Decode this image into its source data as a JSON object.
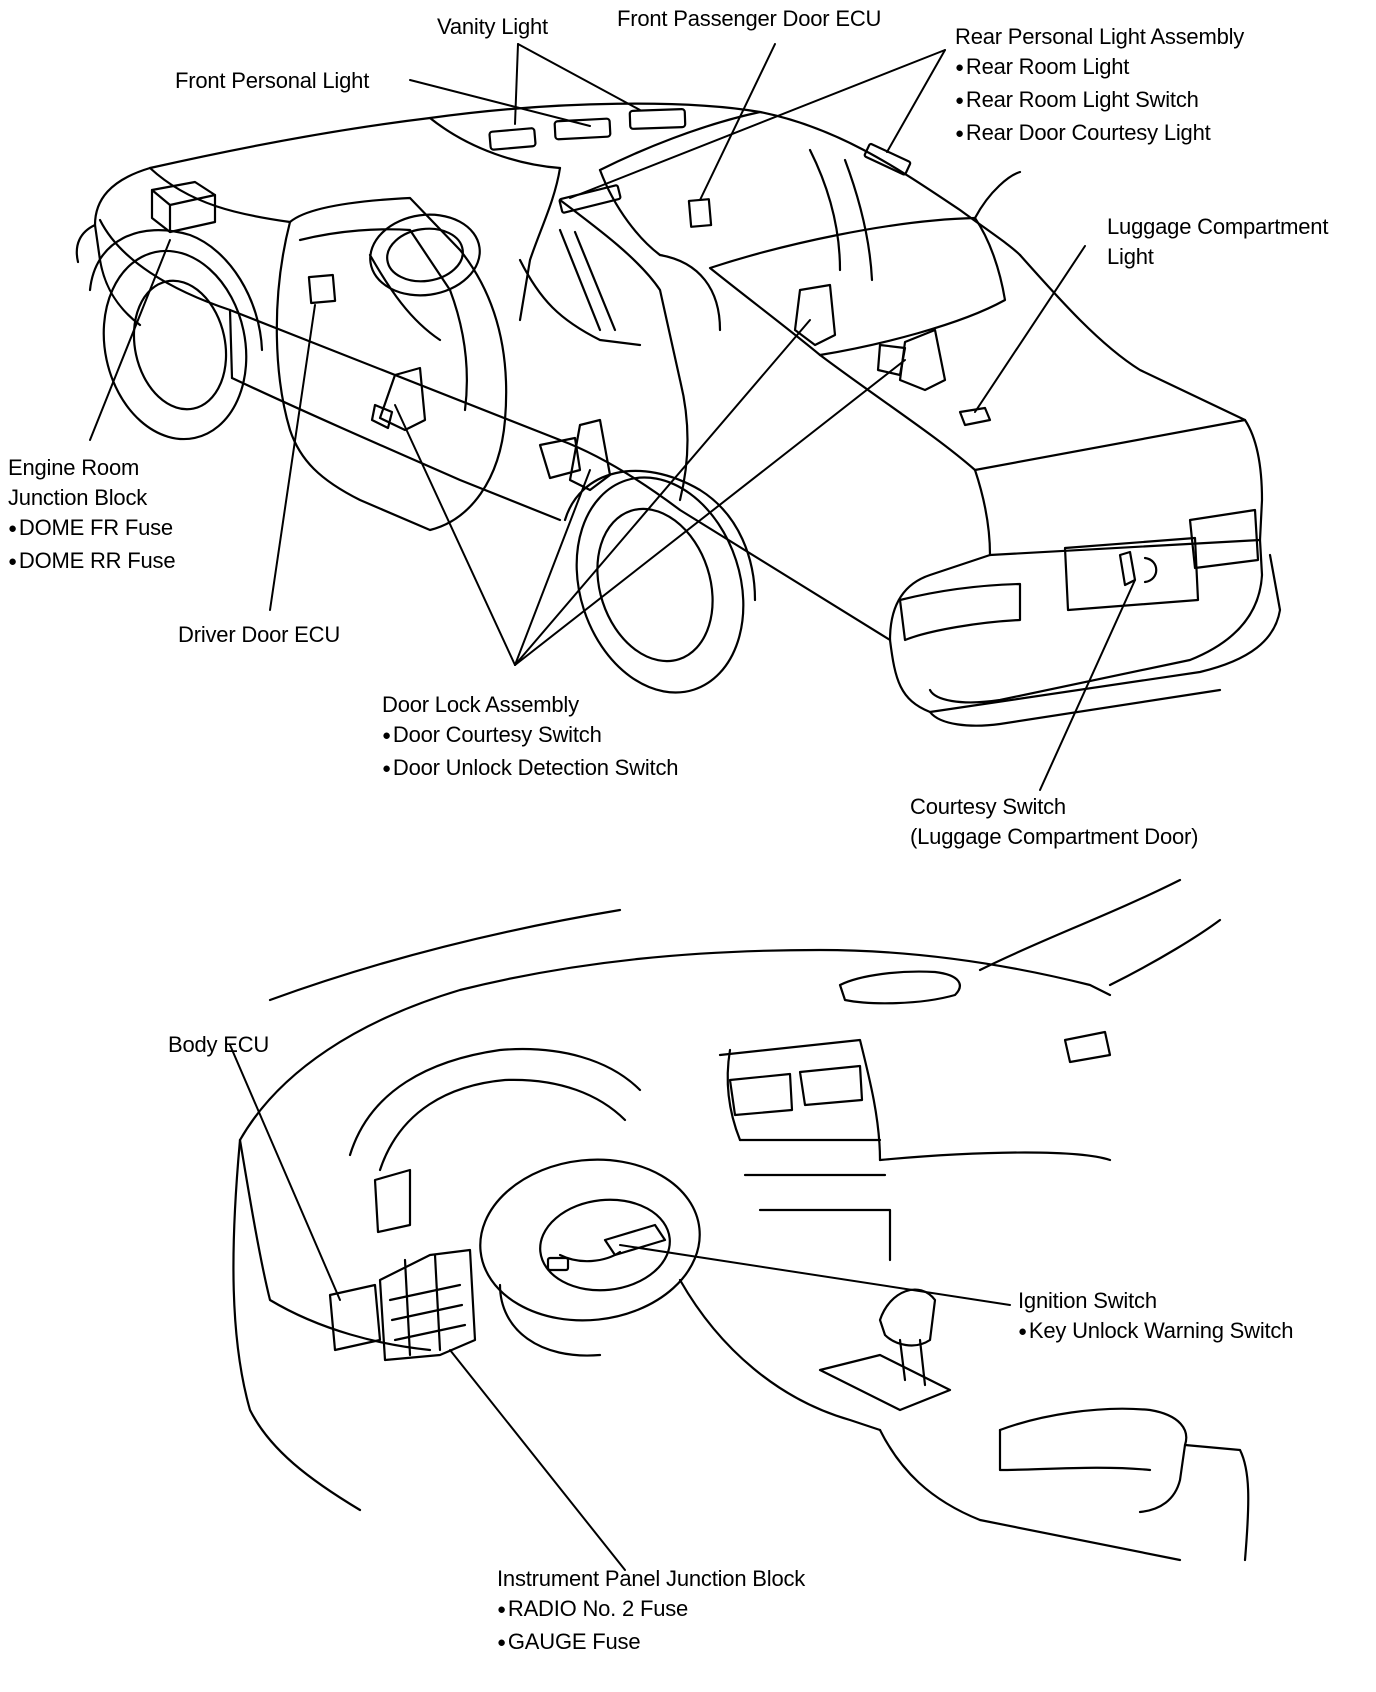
{
  "colors": {
    "ink": "#000000",
    "paper": "#ffffff"
  },
  "labels": {
    "vanity_light": "Vanity Light",
    "front_passenger_door_ecu": "Front Passenger Door ECU",
    "rear_personal_light_assembly": {
      "title": "Rear Personal Light Assembly",
      "items": [
        "Rear Room Light",
        "Rear Room Light Switch",
        "Rear Door Courtesy Light"
      ]
    },
    "front_personal_light": "Front Personal Light",
    "luggage_compartment_light": [
      "Luggage Compartment",
      "Light"
    ],
    "engine_room_junction_block": {
      "title_lines": [
        "Engine Room",
        "Junction Block"
      ],
      "items": [
        "DOME FR Fuse",
        "DOME RR Fuse"
      ]
    },
    "driver_door_ecu": "Driver Door ECU",
    "door_lock_assembly": {
      "title": "Door Lock Assembly",
      "items": [
        "Door Courtesy Switch",
        "Door Unlock Detection Switch"
      ]
    },
    "courtesy_switch": [
      "Courtesy Switch",
      "(Luggage Compartment Door)"
    ],
    "body_ecu": "Body ECU",
    "ignition_switch": {
      "title": "Ignition Switch",
      "items": [
        "Key Unlock Warning Switch"
      ]
    },
    "instrument_panel_junction_block": {
      "title": "Instrument Panel Junction Block",
      "items": [
        "RADIO No. 2 Fuse",
        "GAUGE Fuse"
      ]
    }
  }
}
